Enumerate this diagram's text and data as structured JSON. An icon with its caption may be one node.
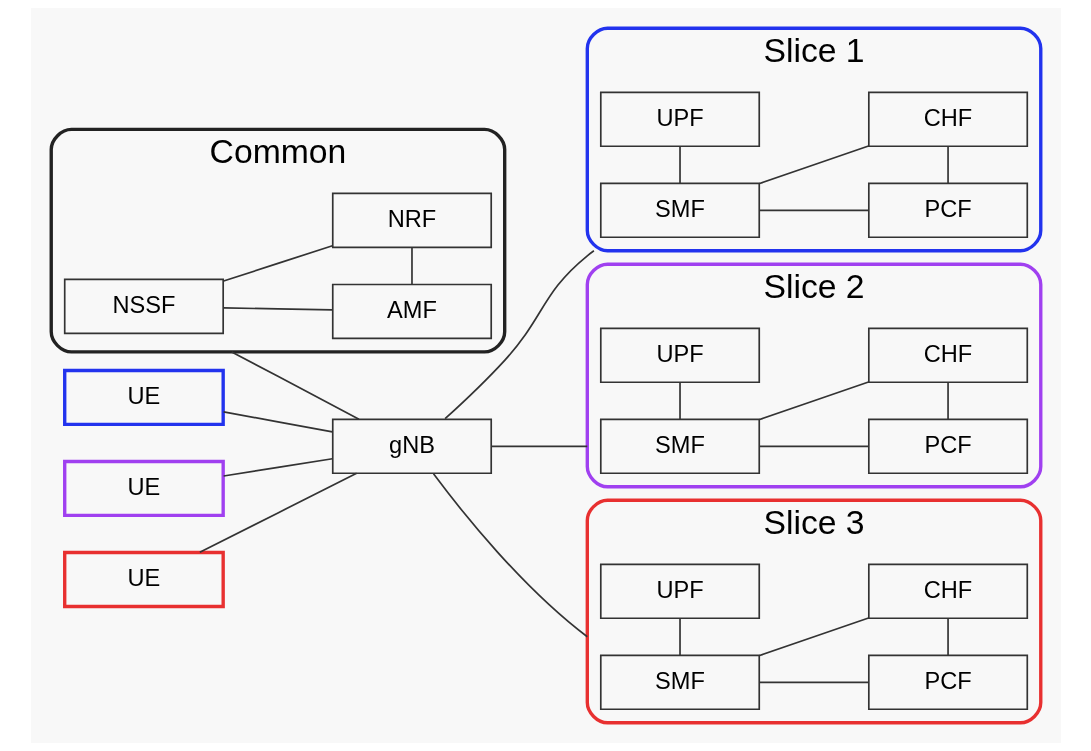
{
  "diagram": {
    "nodes": [
      {
        "text": [
          "Slice 1"
        ]
      },
      {
        "text": [
          "SMF"
        ],
        "in": 0
      },
      {
        "text": [
          "PCF"
        ],
        "in": 0
      },
      {
        "text": [
          "UPF"
        ],
        "in": 0
      },
      {
        "text": [
          "CHF"
        ],
        "in": 0
      },
      {
        "text": [
          "Slice 2"
        ]
      },
      {
        "text": [
          "SMF"
        ],
        "in": 5
      },
      {
        "text": [
          "PCF"
        ],
        "in": 5
      },
      {
        "text": [
          "UPF"
        ],
        "in": 5
      },
      {
        "text": [
          "CHF"
        ],
        "in": 5
      },
      {
        "text": [
          "Common"
        ]
      },
      {
        "text": [
          "NSSF"
        ],
        "in": 10
      },
      {
        "text": [
          "AMF"
        ],
        "in": 10
      },
      {
        "text": [
          "NRF"
        ],
        "in": 10
      },
      {
        "text": [
          "Slice 3"
        ]
      },
      {
        "text": [
          "SMF"
        ],
        "in": 14
      },
      {
        "text": [
          "PCF"
        ],
        "in": 14
      },
      {
        "text": [
          "UPF"
        ],
        "in": 14
      },
      {
        "text": [
          "CHF"
        ],
        "in": 14
      },
      {
        "text": [
          "UE"
        ]
      },
      {
        "text": [
          "UE"
        ]
      },
      {
        "text": [
          "UE"
        ]
      },
      {
        "text": [
          "gNB"
        ]
      }
    ],
    "edges": [
      {
        "from": 1,
        "to": 2,
        "arrow": "none"
      },
      {
        "from": 1,
        "to": 3,
        "arrow": "none"
      },
      {
        "from": 1,
        "to": 4,
        "arrow": "none"
      },
      {
        "from": 2,
        "to": 4,
        "arrow": "none"
      },
      {
        "from": 6,
        "to": 7,
        "arrow": "none"
      },
      {
        "from": 6,
        "to": 8,
        "arrow": "none"
      },
      {
        "from": 6,
        "to": 9,
        "arrow": "none"
      },
      {
        "from": 7,
        "to": 9,
        "arrow": "none"
      },
      {
        "from": 11,
        "to": 12,
        "arrow": "none"
      },
      {
        "from": 11,
        "to": 13,
        "arrow": "none"
      },
      {
        "from": 12,
        "to": 13,
        "arrow": "none"
      },
      {
        "from": 15,
        "to": 16,
        "arrow": "none"
      },
      {
        "from": 15,
        "to": 17,
        "arrow": "none"
      },
      {
        "from": 15,
        "to": 18,
        "arrow": "none"
      },
      {
        "from": 16,
        "to": 18,
        "arrow": "none"
      },
      {
        "from": 10,
        "to": 22,
        "arrow": "none"
      },
      {
        "from": 19,
        "to": 22,
        "arrow": "none"
      },
      {
        "from": 20,
        "to": 22,
        "arrow": "none"
      },
      {
        "from": 21,
        "to": 22,
        "arrow": "none"
      },
      {
        "from": 22,
        "to": 0,
        "arrow": "none"
      },
      {
        "from": 22,
        "to": 5,
        "arrow": "none"
      },
      {
        "from": 22,
        "to": 14,
        "arrow": "none"
      }
    ]
  }
}
